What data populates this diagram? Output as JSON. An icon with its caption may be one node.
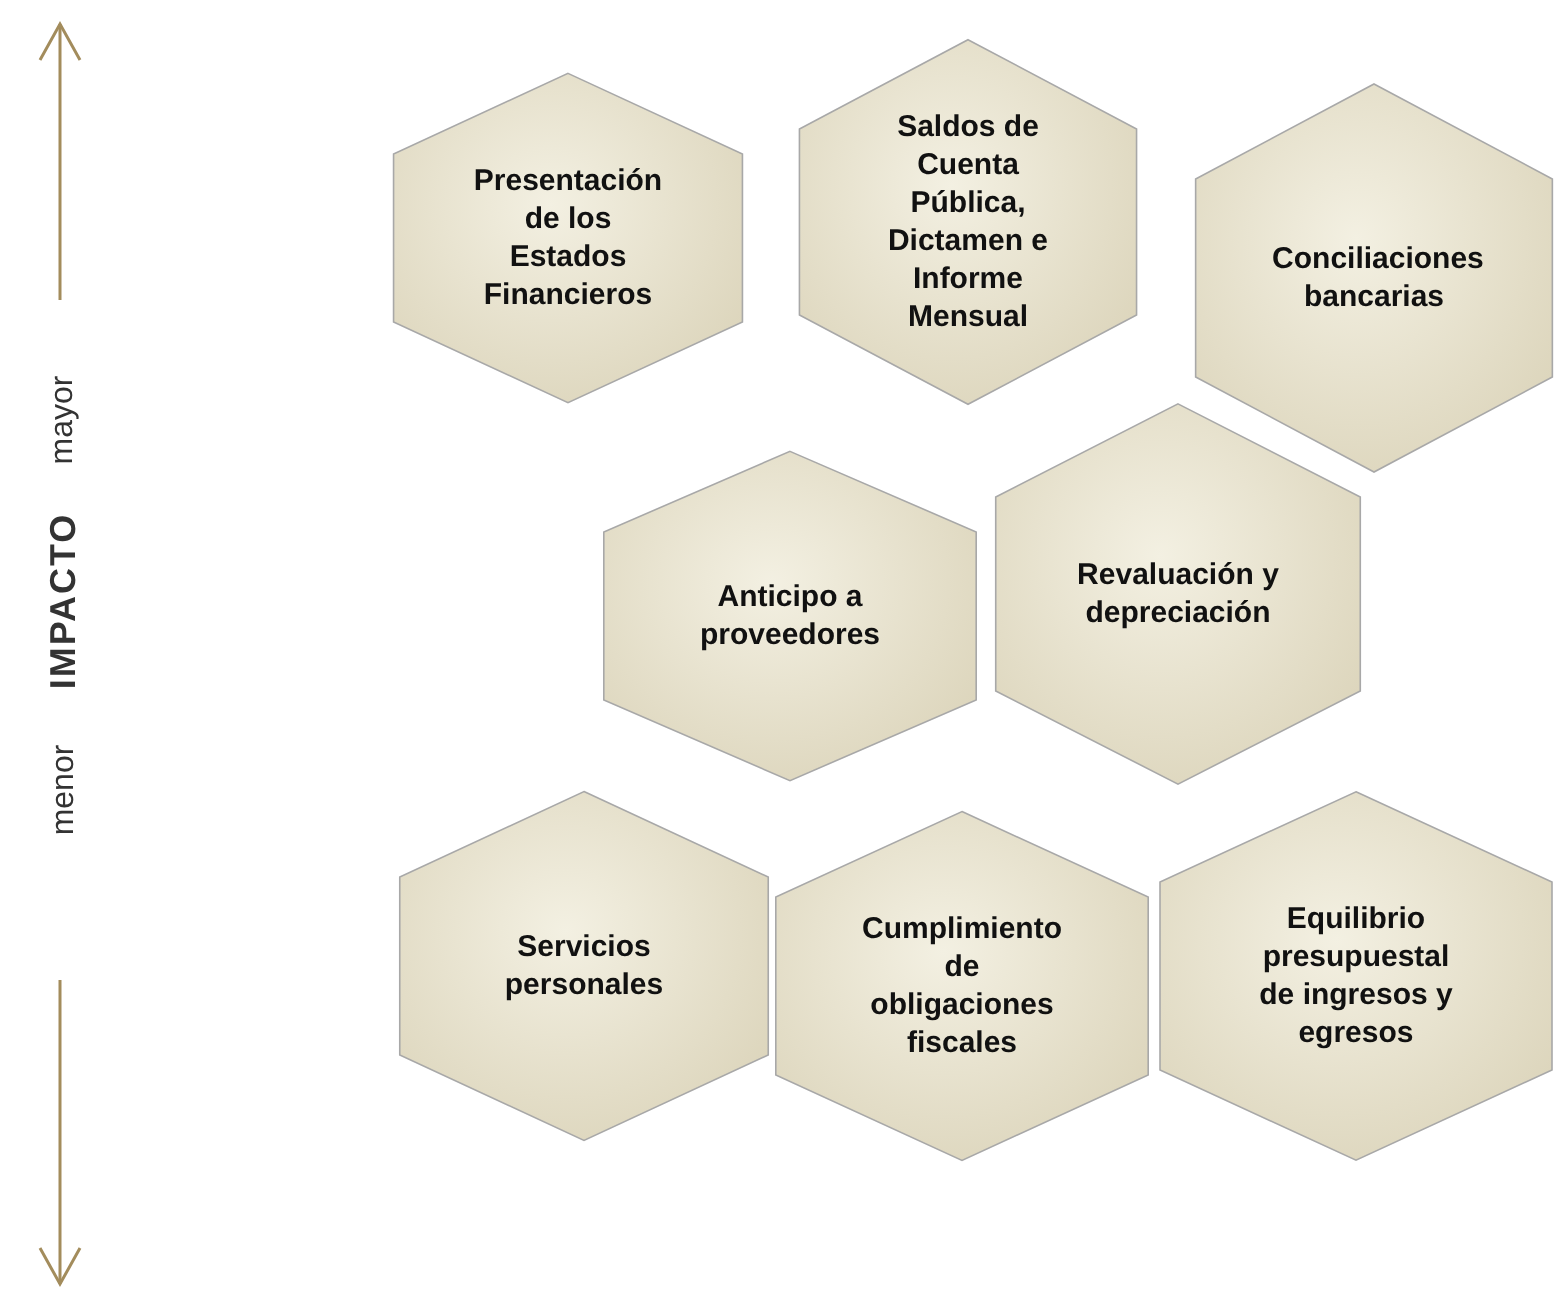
{
  "diagram": {
    "nodes": [
      {
        "text": [
          "Presentación de los Estados Financieros"
        ]
      },
      {
        "text": [
          "Saldos de Cuenta Pública, Dictamen e Informe Mensual"
        ]
      },
      {
        "text": [
          "Conciliaciones bancarias"
        ]
      },
      {
        "text": [
          "Anticipo a proveedores"
        ]
      },
      {
        "text": [
          "Revaluación y depreciación"
        ]
      },
      {
        "text": [
          "Servicios personales"
        ]
      },
      {
        "text": [
          "Cumplimiento de obligaciones fiscales"
        ]
      },
      {
        "text": [
          "Equilibrio presupuestal de ingresos y egresos"
        ]
      }
    ],
    "edges": [],
    "labels": [
      "menor",
      "IMPACTO",
      "mayor"
    ]
  }
}
